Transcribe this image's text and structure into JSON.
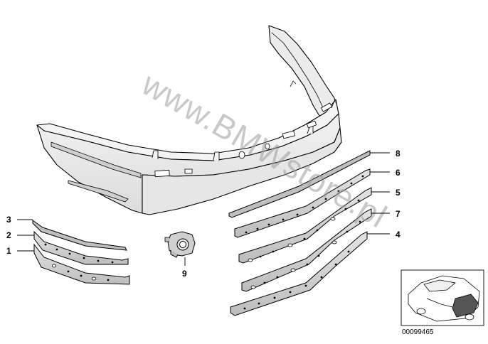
{
  "watermark": "www.BMWstore.pl",
  "diagram_number": "00099465",
  "parts": [
    {
      "number": "1"
    },
    {
      "number": "2"
    },
    {
      "number": "3"
    },
    {
      "number": "4"
    },
    {
      "number": "5"
    },
    {
      "number": "6"
    },
    {
      "number": "7"
    },
    {
      "number": "8"
    },
    {
      "number": "9"
    }
  ]
}
